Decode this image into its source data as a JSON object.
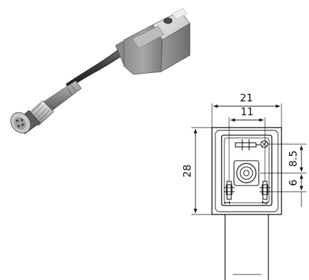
{
  "drawing": {
    "dimensions": {
      "overall_width": "21",
      "contact_spacing": "11",
      "overall_height": "28",
      "upper_offset": "8.5",
      "lower_offset": "6"
    },
    "pins": {
      "pin_1": "1",
      "pin_2": "2"
    }
  }
}
